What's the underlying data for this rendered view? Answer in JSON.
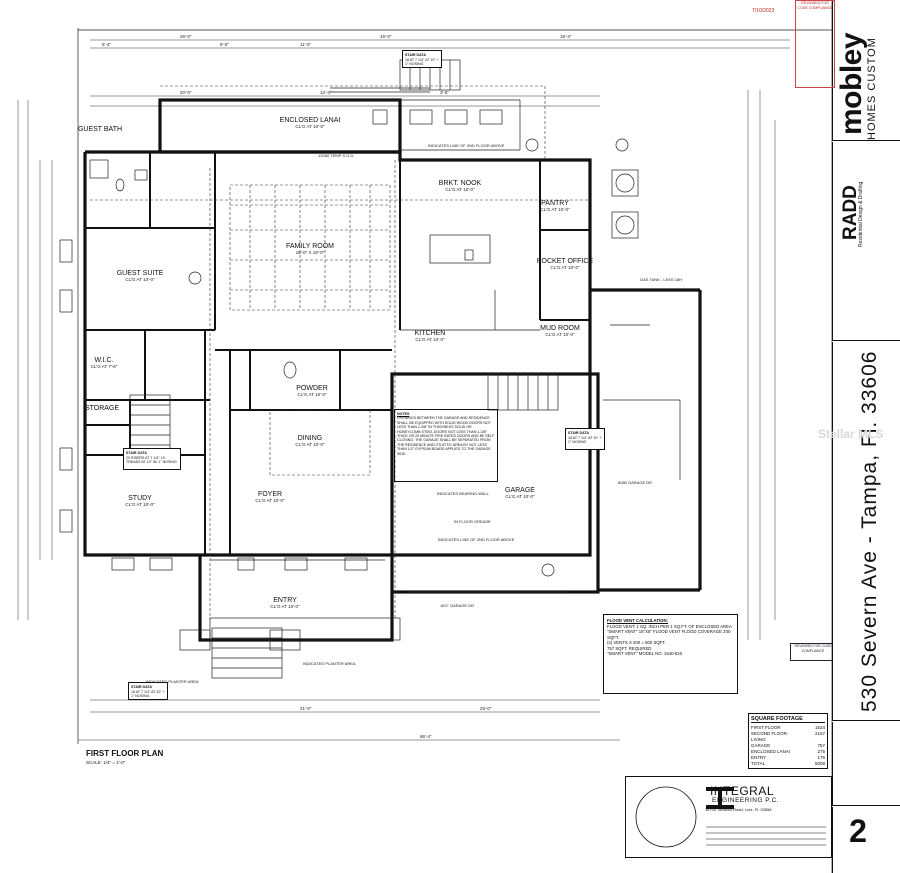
{
  "rooms": [
    {
      "name": "ENCLOSED LANAI",
      "sub": "CL'G AT 10'-0\""
    },
    {
      "name": "GUEST BATH",
      "sub": ""
    },
    {
      "name": "FAMILY ROOM",
      "sub": "18'-0\" X 19'-0\""
    },
    {
      "name": "BRKT. NOOK",
      "sub": "CL'G AT 10'-0\""
    },
    {
      "name": "PANTRY",
      "sub": "CL'G AT 10'-0\""
    },
    {
      "name": "GUEST SUITE",
      "sub": "CL'G AT 10'-0\""
    },
    {
      "name": "POCKET OFFICE",
      "sub": "CL'G AT 10'-0\""
    },
    {
      "name": "KITCHEN",
      "sub": "CL'G AT 10'-0\""
    },
    {
      "name": "MUD ROOM",
      "sub": "CL'G AT 10'-0\""
    },
    {
      "name": "W.I.C.",
      "sub": "CL'G AT 7'-6\""
    },
    {
      "name": "POWDER",
      "sub": "CL'G AT 10'-0\""
    },
    {
      "name": "STORAGE",
      "sub": ""
    },
    {
      "name": "DINING",
      "sub": "CL'G AT 10'-0\""
    },
    {
      "name": "FOYER",
      "sub": "CL'G AT 10'-0\""
    },
    {
      "name": "STUDY",
      "sub": "CL'G AT 10'-0\""
    },
    {
      "name": "GARAGE",
      "sub": "CL'G AT 10'-0\""
    },
    {
      "name": "ENTRY",
      "sub": "CL'G AT 10'-0\""
    }
  ],
  "labels": {
    "plan_title": "FIRST FLOOR PLAN",
    "plan_scale": "SCALE: 1/4\" = 1'-0\"",
    "garage_door_front": "16'0\" GARAGE DR",
    "garage_door_side": "8080 GARAGE DR",
    "line_2nd_floor_1": "INDICATES LINE OF 2ND FLOOR ABOVE",
    "line_2nd_floor_2": "INDICATES LINE OF 2ND FLOOR ABOVE",
    "in_floor_grease": "IN FLOOR GREASE",
    "planter_1": "INDICATED PLANTER AREA",
    "planter_2": "INDICATED PLANTER AREA",
    "bearing_wall": "INDICATES BEARING WALL",
    "gas_tank": "GAS TANK - LESS 18H",
    "slab": "12080 TEMP S.G.D."
  },
  "notes": {
    "garage_note_title": "NOTES",
    "garage_note": "OPENINGS BETWEEN THE GARAGE AND RESIDENCE SHALL BE EQUIPPED WITH SOLID WOOD DOORS NOT LESS THAN 1-3/8\" IN THICKNESS SOLID OR HONEYCOMB STEEL DOORS NOT LESS THAN 1-3/8\" THICK OR 20 MINUTE FIRE RATED DOORS AND BE SELF CLOSING. THE GARAGE SHALL BE SEPARATED FROM THE RESIDENCE AND ITS ATTIC AREA BY NOT LESS THAN 1/2\" GYPSUM BOARD APPLIED TO THE GARAGE SIDE.",
    "stair_data_1_title": "STAIR DATA",
    "stair_data_1": "20 RISERS AT 7 1/4\" 19 TREADS AT 10\" W/ 1\" NOSING",
    "stair_data_2_title": "STAIR DATA",
    "stair_data_2": "18 AT 7 1/4\" AT 10\" + 1\" NOSING",
    "stair_data_3_title": "STAIR DATA",
    "stair_data_3": "18 AT 7 1/4\" AT 10\" + 1\" NOSING",
    "stair_data_4_title": "STAIR DATA",
    "stair_data_4": "18 AT 7 1/4\" AT 10\" + 1\" NOSING",
    "flood_title": "FLOOD VENT CALCULATION:",
    "flood_lines": [
      "FLOOD VENT: 1 SQ. INCH PER 1 SQ.FT. OF ENCLOSED AREA",
      "\"SMART VENT\" 16\"X8\" FLOOD VENT FLOOD COVERAGE 200 SQFT.",
      "(4) VENTS X 200 = 800 SQFT.",
      "757 SQFT. REQUIRED",
      "\"SMART VENT\" MODEL NO. 1540-520"
    ]
  },
  "square_footage": {
    "title": "SQUARE FOOTAGE",
    "rows": [
      {
        "label": "FIRST FLOOR",
        "value": "1634"
      },
      {
        "label": "SECOND FLOOR",
        "value": "2167"
      },
      {
        "label": "LIVING",
        "value": ""
      },
      {
        "label": "GARAGE",
        "value": "757"
      },
      {
        "label": "ENCLOSED LANAI",
        "value": "275"
      },
      {
        "label": "ENTRY",
        "value": "175"
      },
      {
        "label": "TOTAL",
        "value": "5008"
      }
    ]
  },
  "title_block": {
    "address": "530 Severn Ave - Tampa, Fl. 33606",
    "builder": "mobley",
    "builder_sub": "HOMES CUSTOM",
    "designer": "RADD",
    "designer_sub": "Residential Design & Drafting",
    "engineer": "INTEGRAL",
    "engineer_sub": "ENGINEERING P.C.",
    "engineer_addr": "16704 Tobacco Road, Lutz, FL 33558",
    "page": "2",
    "stamp": "REVIEWED FOR CODE COMPLIANCE",
    "stamp_date": "7/10/2023",
    "watermark": "Stellar MLS",
    "reviewed": "REVIEWED FOR CODE COMPLIANCE"
  },
  "colors": {
    "ink": "#111111",
    "paper": "#ffffff",
    "stamp": "#bb2222"
  }
}
